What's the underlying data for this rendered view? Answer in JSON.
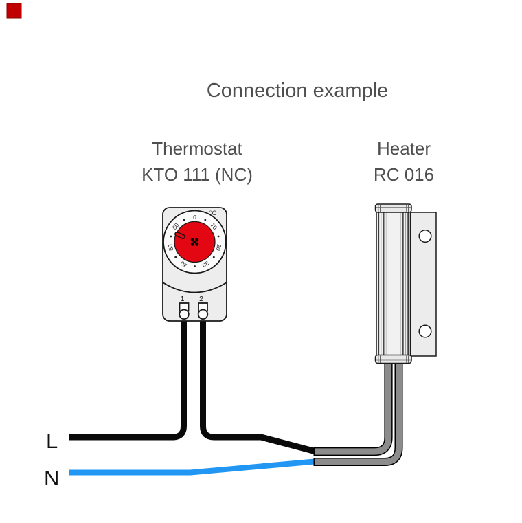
{
  "logo": {
    "name": "red-square-logo",
    "color": "#c00000",
    "border": "#8e0000"
  },
  "title": "Connection example",
  "thermostat": {
    "label1": "Thermostat",
    "label2": "KTO 111 (NC)",
    "dial": {
      "unit": "°C",
      "scale": [
        "0",
        "10",
        "20",
        "30",
        "40",
        "50",
        "60"
      ],
      "knob_color": "#e30613"
    },
    "terminals": [
      "1",
      "2"
    ]
  },
  "heater": {
    "label1": "Heater",
    "label2": "RC 016",
    "lead_color": "#8c8c8c"
  },
  "wires": {
    "live_label": "L",
    "neutral_label": "N",
    "live_color": "#0a0a0a",
    "neutral_color": "#2196f3"
  }
}
